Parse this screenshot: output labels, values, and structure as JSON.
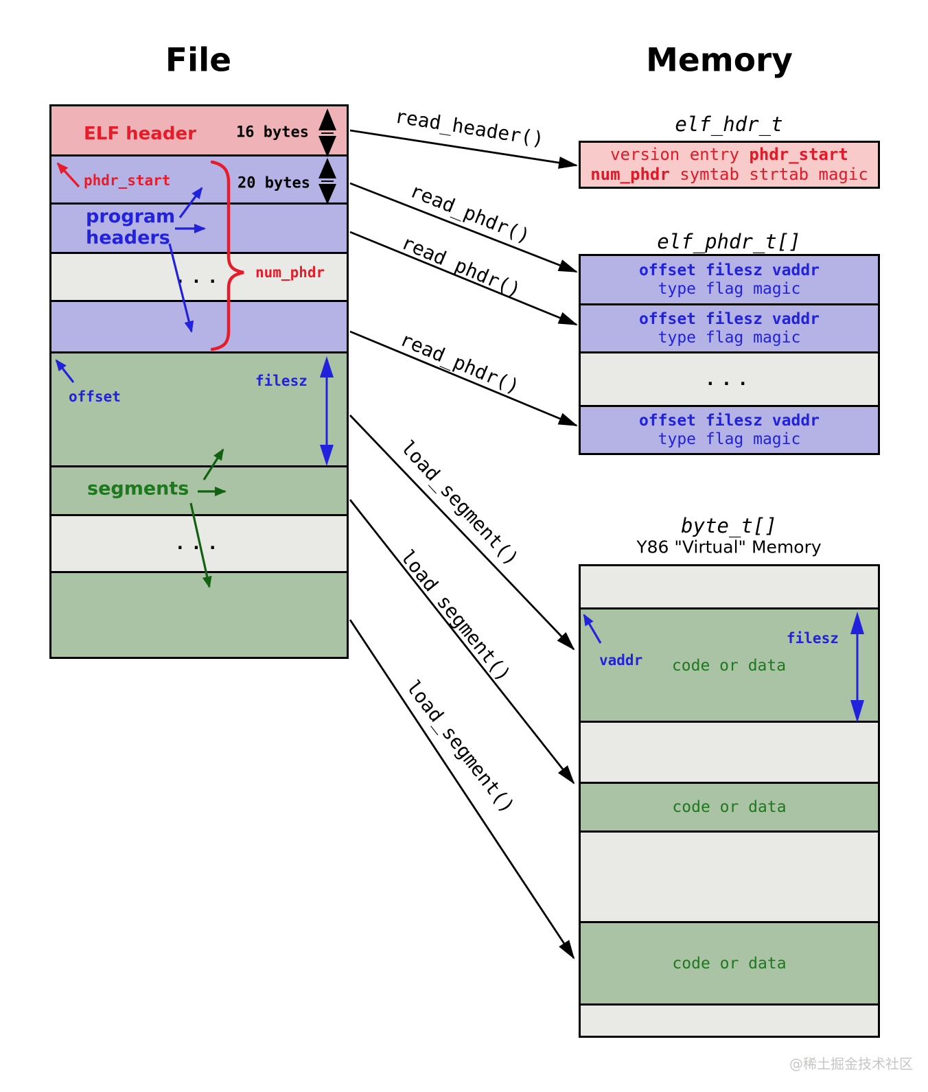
{
  "titles": {
    "file": "File",
    "memory": "Memory"
  },
  "watermark": "@稀土掘金技术社区",
  "file": {
    "elf_header": "ELF header",
    "size_16": "16 bytes",
    "size_20": "20 bytes",
    "phdr_start": "phdr_start",
    "program_headers_line1": "program",
    "program_headers_line2": "headers",
    "num_phdr": "num_phdr",
    "ellipsis": "...",
    "offset": "offset",
    "filesz": "filesz",
    "segments": "segments"
  },
  "memory": {
    "elf_hdr": {
      "title": "elf_hdr_t",
      "line1_normal": "version entry ",
      "line1_bold": "phdr_start",
      "line2_bold": "num_phdr",
      "line2_normal": " symtab strtab magic"
    },
    "phdr_array": {
      "title": "elf_phdr_t[]",
      "row_line1": "offset filesz vaddr",
      "row_line2": "type flag magic",
      "ellipsis": "..."
    },
    "byte_array": {
      "title": "byte_t[]",
      "subtitle": "Y86 \"Virtual\" Memory",
      "vaddr": "vaddr",
      "filesz": "filesz",
      "code_or_data": "code or data"
    }
  },
  "functions": {
    "read_header": "read_header()",
    "read_phdr": "read_phdr()",
    "load_segment": "load_segment()"
  },
  "colors": {
    "file_pink": "#efb3b7",
    "memory_pink": "#f8caca",
    "periwinkle": "#b5b3e6",
    "gray": "#e9e9e6",
    "green": "#aac3a4",
    "red": "#e71c2b",
    "blue": "#2222dd",
    "dark_green": "#1e781e",
    "arrow_green": "#116111",
    "black": "#000000"
  }
}
